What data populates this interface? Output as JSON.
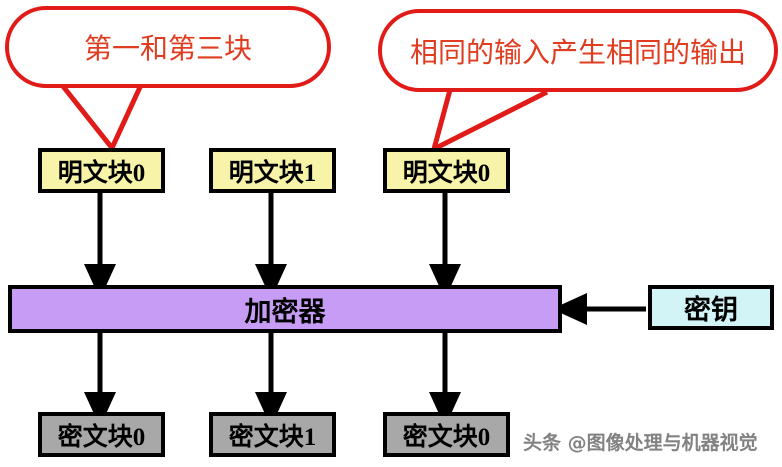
{
  "diagram": {
    "title": "ECB Mode Encryption Diagram",
    "colors": {
      "plaintext_fill": "#f7f3a8",
      "ciphertext_fill": "#a8a8a8",
      "encryptor_fill": "#c79cf5",
      "key_fill": "#d2f4f7",
      "callout_stroke": "#e01b18",
      "callout_text": "#e03c20",
      "arrow": "#000000",
      "border": "#000000",
      "background": "#ffffff"
    },
    "callouts": [
      {
        "id": "callout-first-third",
        "text": "第一和第三块"
      },
      {
        "id": "callout-same-input-output",
        "text": "相同的输入产生相同的输出"
      }
    ],
    "plaintext_blocks": [
      {
        "id": "plaintext-block-0",
        "label": "明文块0"
      },
      {
        "id": "plaintext-block-1",
        "label": "明文块1"
      },
      {
        "id": "plaintext-block-2",
        "label": "明文块0"
      }
    ],
    "encryptor": {
      "id": "encryptor",
      "label": "加密器"
    },
    "key": {
      "id": "key",
      "label": "密钥"
    },
    "ciphertext_blocks": [
      {
        "id": "ciphertext-block-0",
        "label": "密文块0"
      },
      {
        "id": "ciphertext-block-1",
        "label": "密文块1"
      },
      {
        "id": "ciphertext-block-2",
        "label": "密文块0"
      }
    ],
    "watermark": "头条 @图像处理与机器视觉"
  }
}
